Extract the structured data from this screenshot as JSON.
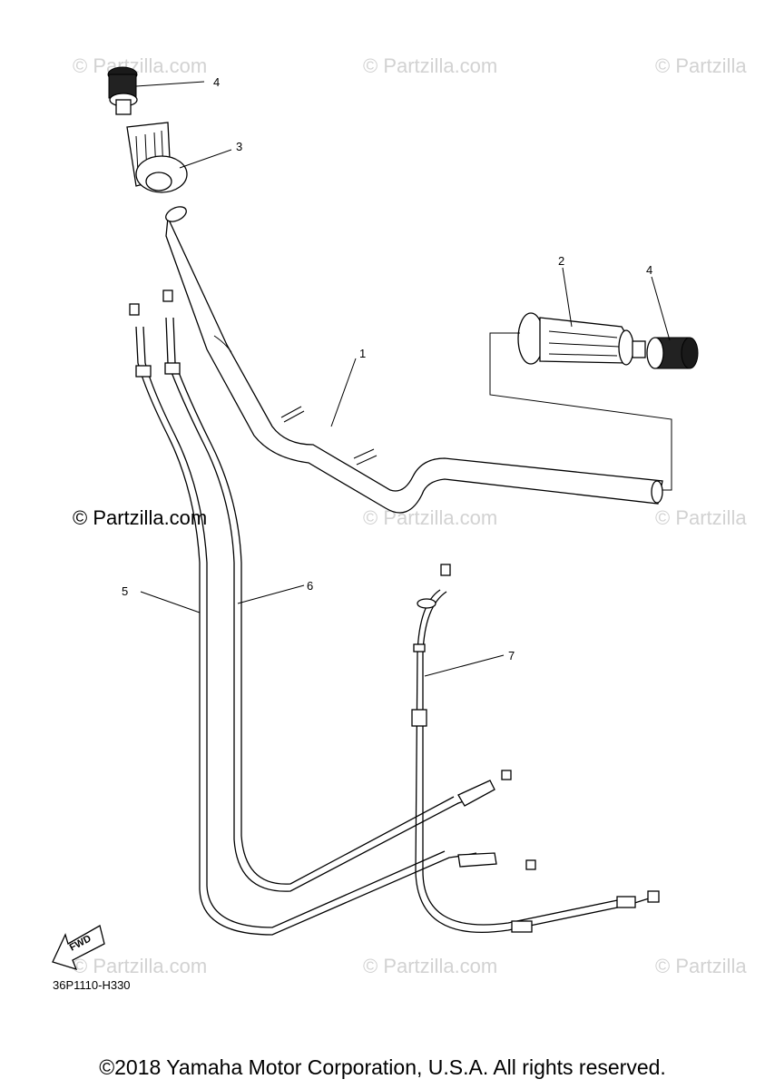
{
  "watermarks": {
    "light": "© Partzilla.com",
    "light_cut": "© Partzilla",
    "dark": "© Partzilla.com"
  },
  "callouts": {
    "handlebar": "1",
    "grip_left": "2",
    "throttle_grip": "3",
    "grip_end_right": "4",
    "grip_end_left": "4",
    "throttle_cable_1": "5",
    "throttle_cable_2": "6",
    "clutch_cable": "7"
  },
  "fwd_label": "FWD",
  "diagram_code": "36P1110-H330",
  "copyright": "©2018 Yamaha Motor Corporation, U.S.A. All rights reserved."
}
